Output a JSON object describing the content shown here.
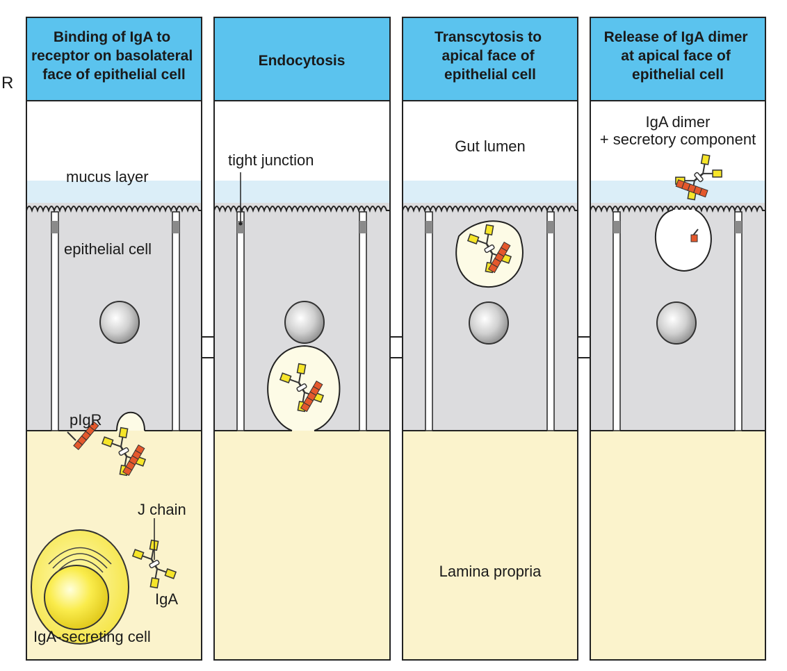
{
  "edge_fragment": "R",
  "panels": [
    {
      "title_lines": [
        "Binding of IgA to",
        "receptor on basolateral",
        "face of epithelial cell"
      ]
    },
    {
      "title_lines": [
        "Endocytosis"
      ]
    },
    {
      "title_lines": [
        "Transcytosis to",
        "apical face of",
        "epithelial cell"
      ]
    },
    {
      "title_lines": [
        "Release of IgA dimer",
        "at apical face of",
        "epithelial cell"
      ]
    }
  ],
  "labels": {
    "mucus_layer": "mucus layer",
    "epithelial_cell": "epithelial cell",
    "pigr": "pIgR",
    "j_chain": "J chain",
    "iga": "IgA",
    "iga_secreting_cell": "IgA-secreting cell",
    "tight_junction": "tight junction",
    "gut_lumen": "Gut lumen",
    "lamina_propria": "Lamina propria",
    "iga_dimer_line1": "IgA dimer",
    "iga_dimer_line2": "+ secretory component"
  },
  "colors": {
    "header_blue": "#5bc3ee",
    "mucus_blue": "#dbeef8",
    "cell_gray": "#dcdcde",
    "lamina_yellow": "#fbf3cc",
    "vesicle_fill": "#fdfbe6",
    "iga_yellow": "#f6e529",
    "pigr_orange": "#e4582c",
    "junction_gray": "#8a8a8a"
  }
}
